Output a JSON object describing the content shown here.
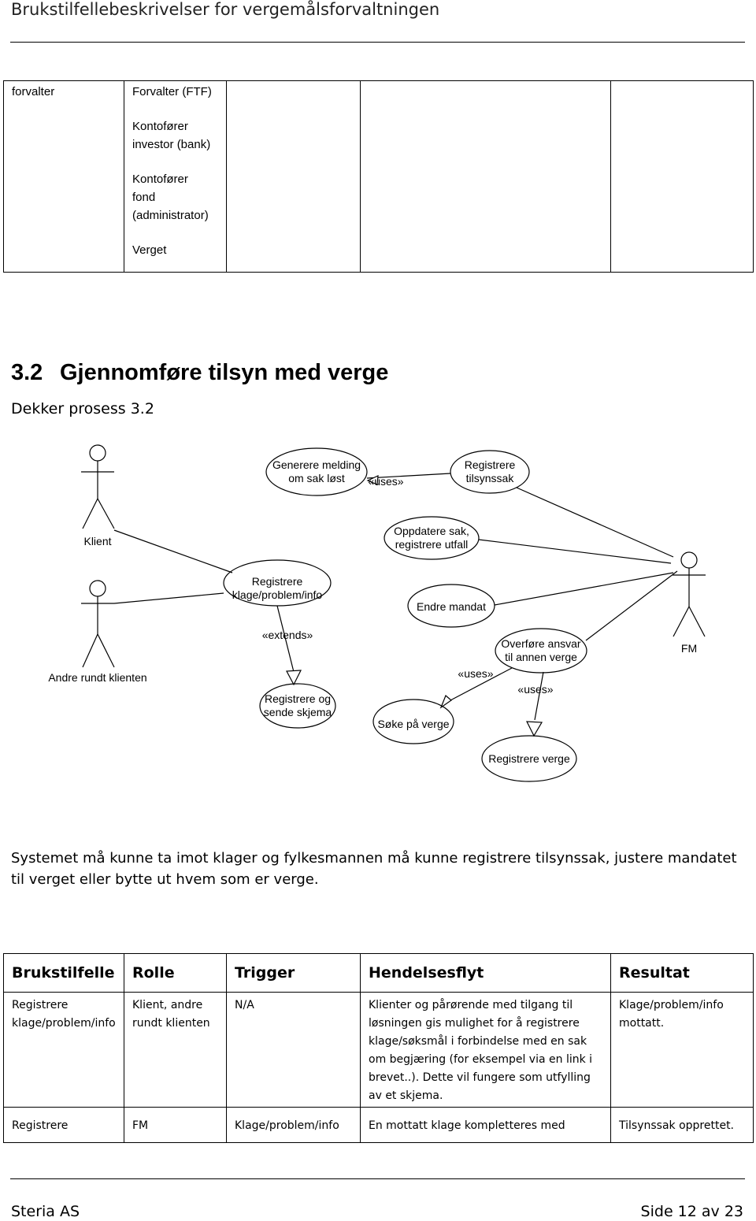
{
  "header": {
    "title": "Brukstilfellebeskrivelser for vergemålsforvaltningen"
  },
  "top_table": {
    "col1": "forvalter",
    "col2": [
      "Forvalter (FTF)",
      "Kontofører",
      "investor (bank)",
      "Kontofører",
      "fond",
      "(administrator)",
      "Verget"
    ]
  },
  "section": {
    "number": "3.2",
    "title": "Gjennomføre tilsyn med verge",
    "intro": "Dekker prosess 3.2"
  },
  "diagram": {
    "actors": {
      "klient": "Klient",
      "andre": "Andre rundt klienten",
      "fm": "FM"
    },
    "usecases": {
      "generere_1": "Generere melding",
      "generere_2": "om sak løst",
      "tilsyn_1": "Registrere",
      "tilsyn_2": "tilsynssak",
      "oppdatere_1": "Oppdatere sak,",
      "oppdatere_2": "registrere utfall",
      "klage_1": "Registrere",
      "klage_2": "klage/problem/info",
      "endre": "Endre mandat",
      "overfore_1": "Overføre ansvar",
      "overfore_2": "til annen verge",
      "skjema_1": "Registrere og",
      "skjema_2": "sende skjema",
      "soke": "Søke på verge",
      "regverge": "Registrere verge"
    },
    "stereotypes": {
      "uses1": "«uses»",
      "extends": "«extends»",
      "uses2": "«uses»",
      "uses3": "«uses»"
    }
  },
  "paragraph": "Systemet må kunne ta imot klager og fylkesmannen må kunne registrere tilsynssak, justere mandatet til verget eller bytte ut hvem som er verge.",
  "main_table": {
    "headers": [
      "Brukstilfelle",
      "Rolle",
      "Trigger",
      "Hendelsesflyt",
      "Resultat"
    ],
    "rows": [
      [
        "Registrere klage/problem/info",
        "Klient, andre rundt klienten",
        "N/A",
        "Klienter og pårørende med tilgang til løsningen gis mulighet for å registrere klage/søksmål i forbindelse med en sak om begjæring (for eksempel via en link i brevet..). Dette vil fungere som utfylling av et skjema.",
        "Klage/problem/info mottatt."
      ],
      [
        "Registrere",
        "FM",
        "Klage/problem/info",
        "En mottatt klage kompletteres med",
        "Tilsynssak opprettet."
      ]
    ]
  },
  "footer": {
    "company": "Steria AS",
    "page": "Side 12 av 23"
  }
}
